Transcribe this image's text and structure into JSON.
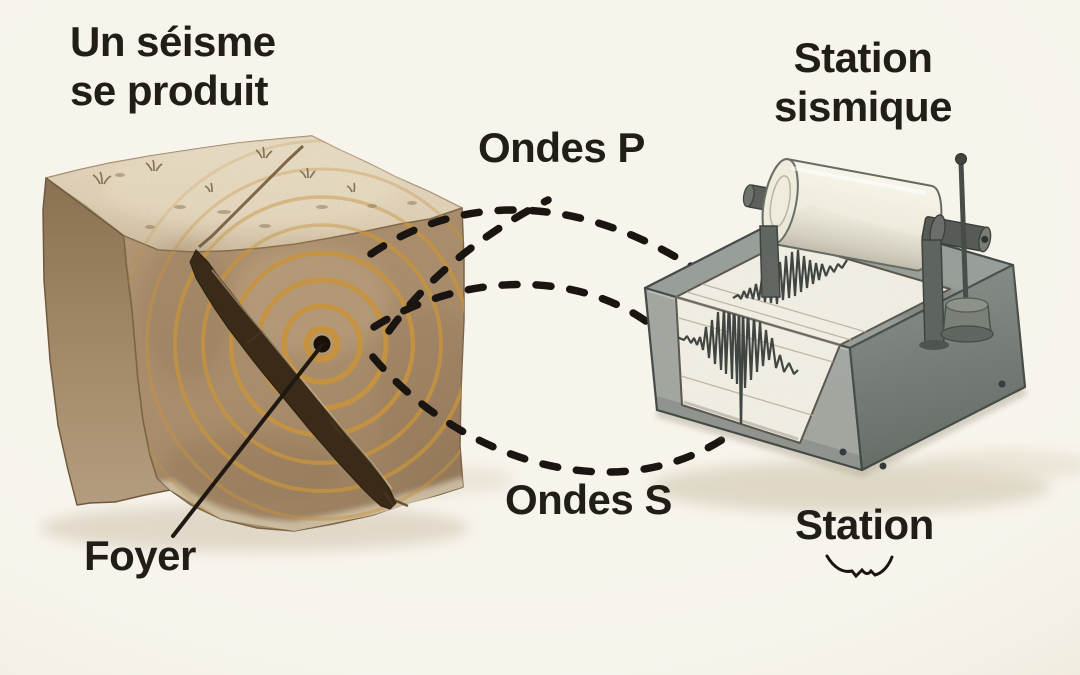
{
  "title": {
    "line1": "Un séisme",
    "line2": "se produit"
  },
  "focus": {
    "label": "Foyer"
  },
  "waves": {
    "p_label": "Ondes P",
    "s_label": "Ondes S"
  },
  "station": {
    "heading_line1": "Station",
    "heading_line2": "sismique",
    "caption": "Station"
  },
  "colors": {
    "background": "#f7f4ec",
    "text": "#211d17",
    "wave_dash": "#1b1511",
    "ring_orange": "#c6923f",
    "focus_dot": "#191008",
    "block_top": "#d9c9ae",
    "block_front": "#a98d6c",
    "block_left_dark": "#8f7757",
    "crack": "#3a2a18",
    "station_top": "#999f99",
    "station_front": "#a3a8a2",
    "station_side": "#7a817b",
    "paper": "#f3f0e5",
    "trace": "#3f4441",
    "drum": "#f0ede0"
  }
}
